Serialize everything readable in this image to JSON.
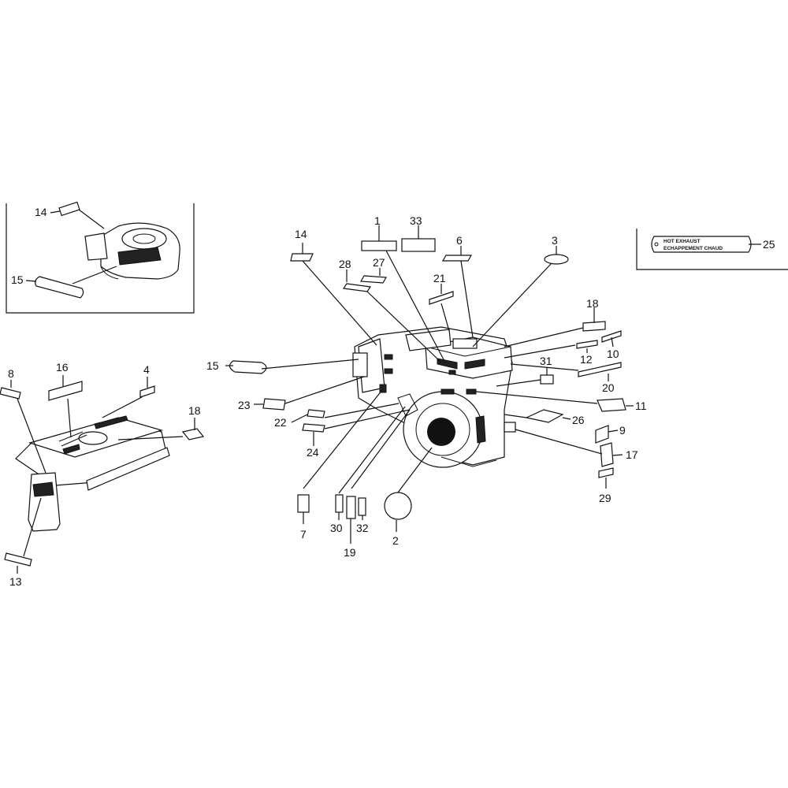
{
  "callouts": {
    "c1": "1",
    "c2": "2",
    "c3": "3",
    "c4": "4",
    "c6": "6",
    "c7": "7",
    "c8": "8",
    "c9": "9",
    "c10": "10",
    "c11": "11",
    "c12": "12",
    "c13": "13",
    "c14a": "14",
    "c14b": "14",
    "c15a": "15",
    "c15b": "15",
    "c16": "16",
    "c17": "17",
    "c18a": "18",
    "c18b": "18",
    "c19": "19",
    "c20": "20",
    "c21": "21",
    "c22": "22",
    "c23": "23",
    "c24": "24",
    "c25": "25",
    "c26": "26",
    "c27": "27",
    "c28": "28",
    "c29": "29",
    "c30": "30",
    "c31": "31",
    "c32": "32",
    "c33": "33"
  },
  "exhaust_label": {
    "line1": "HOT EXHAUST",
    "line2": "ECHAPPEMENT CHAUD"
  }
}
